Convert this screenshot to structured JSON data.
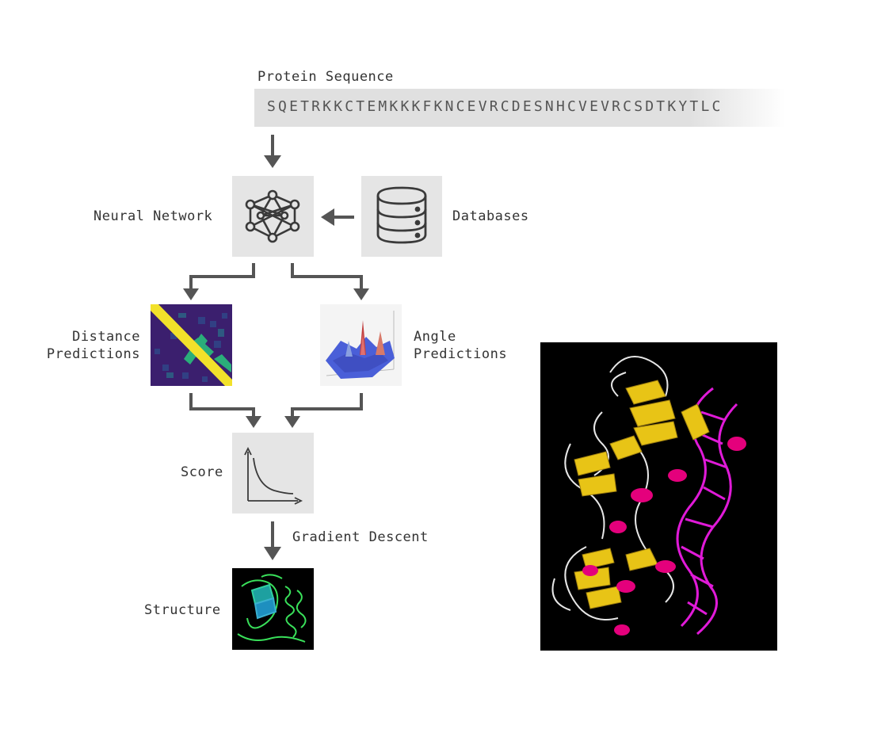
{
  "sequence": {
    "label": "Protein Sequence",
    "value": "SQETRKKCTEMKKKFKNCEVRCDESNHCVEVRCSDTKYTLC"
  },
  "nodes": {
    "neural_network": "Neural Network",
    "databases": "Databases",
    "distance_predictions_line1": "Distance",
    "distance_predictions_line2": "Predictions",
    "angle_predictions_line1": "Angle",
    "angle_predictions_line2": "Predictions",
    "score": "Score",
    "gradient_descent": "Gradient Descent",
    "structure": "Structure"
  },
  "icons": {
    "neural_network": "neural-network-icon",
    "databases": "database-icon",
    "score": "decay-curve-icon"
  },
  "colors": {
    "arrow": "#555555",
    "box": "#e5e5e5",
    "heatmap_bg": "#3b1f6e",
    "heatmap_diag": "#f2e12a",
    "protein_helix": "#e4007c",
    "protein_sheet": "#e8c416",
    "protein_coil": "#ffffff",
    "structure_green": "#39e05a"
  }
}
